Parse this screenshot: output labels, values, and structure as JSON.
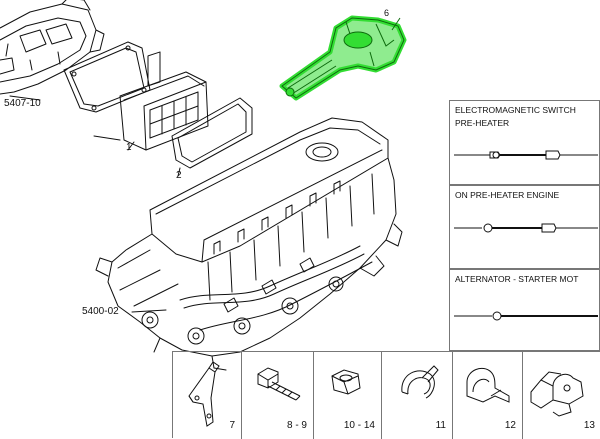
{
  "diagram": {
    "labels": {
      "ref_5407": "5407-10",
      "ref_5400": "5400-02",
      "part_1": "1",
      "part_2": "2",
      "part_6": "6"
    },
    "highlight_color": "#33dd33",
    "line_color": "#111111"
  },
  "side_panels": [
    {
      "title_lines": [
        "ELECTROMAGNETIC SWITCH",
        "PRE-HEATER"
      ]
    },
    {
      "title_lines": [
        "ON PRE-HEATER ENGINE"
      ]
    },
    {
      "title_lines": [
        "ALTERNATOR - STARTER MOT"
      ]
    }
  ],
  "parts_strip": [
    {
      "icon": "bracket-icon",
      "number": "7"
    },
    {
      "icon": "bolt-icon",
      "number": "8 - 9"
    },
    {
      "icon": "nut-icon",
      "number": "10 - 14"
    },
    {
      "icon": "cable-tie-icon",
      "number": "11"
    },
    {
      "icon": "clamp-icon",
      "number": "12"
    },
    {
      "icon": "bracket-clamp-icon",
      "number": "13"
    }
  ]
}
